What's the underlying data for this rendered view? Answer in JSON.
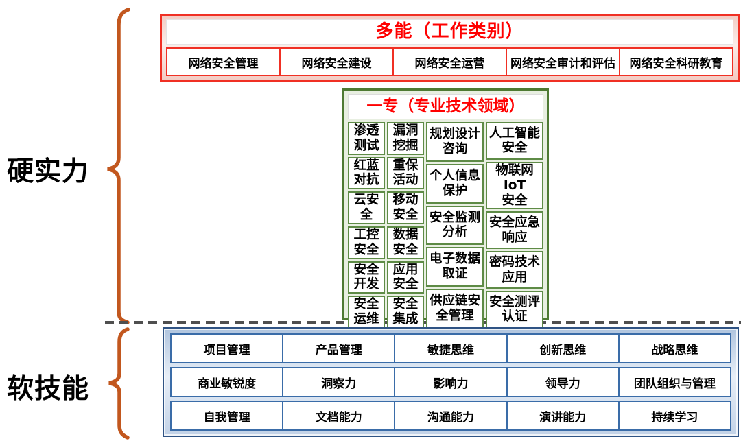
{
  "sections": {
    "hard": {
      "label": "硬实力"
    },
    "soft": {
      "label": "软技能"
    }
  },
  "multi_box": {
    "title": "多能（工作类别）",
    "cells": [
      "网络安全管理",
      "网络安全建设",
      "网络安全运营",
      "网络安全审计和评估",
      "网络安全科研教育"
    ]
  },
  "spec_box": {
    "title": "一专（专业技术领域）",
    "columns": [
      {
        "cells": [
          "渗透\n测试",
          "红蓝\n对抗",
          "云安\n全",
          "工控\n安全",
          "安全\n开发",
          "安全\n运维"
        ]
      },
      {
        "cells": [
          "漏洞\n挖掘",
          "重保\n活动",
          "移动\n安全",
          "数据\n安全",
          "应用\n安全",
          "安全\n集成"
        ]
      },
      {
        "cells": [
          "规划设计\n咨询",
          "个人信息\n保护",
          "安全监测\n分析",
          "电子数据\n取证",
          "供应链安\n全管理"
        ]
      },
      {
        "cells": [
          "人工智能\n安全",
          "物联网IoT\n安全",
          "安全应急\n响应",
          "密码技术\n应用",
          "安全测评\n认证"
        ]
      }
    ]
  },
  "soft_box": {
    "rows": [
      [
        "项目管理",
        "产品管理",
        "敏捷思维",
        "创新思维",
        "战略思维"
      ],
      [
        "商业敏锐度",
        "洞察力",
        "影响力",
        "领导力",
        "团队组织与管理"
      ],
      [
        "自我管理",
        "文档能力",
        "沟通能力",
        "演讲能力",
        "持续学习"
      ]
    ]
  },
  "colors": {
    "multi_border": "#F03024",
    "multi_fill": "#F3CCC4",
    "title_text": "#FF0000",
    "spec_border": "#4E7A33",
    "spec_cell_border": "#5E8B46",
    "spec_fill": "#E8EFE1",
    "soft_border": "#2F5384",
    "soft_cell_border": "#3A6CA8",
    "soft_fill": "#C2D2E7",
    "brace": "#C2571E",
    "divider": "#4F4F4F"
  }
}
